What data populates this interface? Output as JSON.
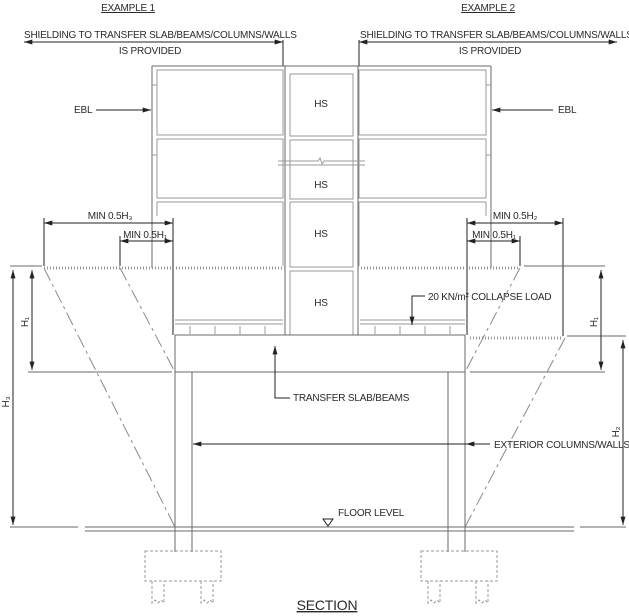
{
  "titles": {
    "example1": "EXAMPLE 1",
    "example2": "EXAMPLE 2",
    "section": "SECTION"
  },
  "shielding": {
    "line1": "SHIELDING TO TRANSFER SLAB/BEAMS/COLUMNS/WALLS",
    "line2": "IS PROVIDED"
  },
  "labels": {
    "ebl": "EBL",
    "hs": "HS",
    "min_h3": "MIN 0.5H₃",
    "min_h1": "MIN 0.5H₁",
    "min_h2": "MIN 0.5H₂",
    "collapse_load": "20 KN/m² COLLAPSE LOAD",
    "transfer_slab": "TRANSFER SLAB/BEAMS",
    "exterior_columns": "EXTERIOR COLUMNS/WALLS",
    "floor_level": "FLOOR LEVEL",
    "h1": "H₁",
    "h2": "H₂",
    "h3": "H₃"
  }
}
